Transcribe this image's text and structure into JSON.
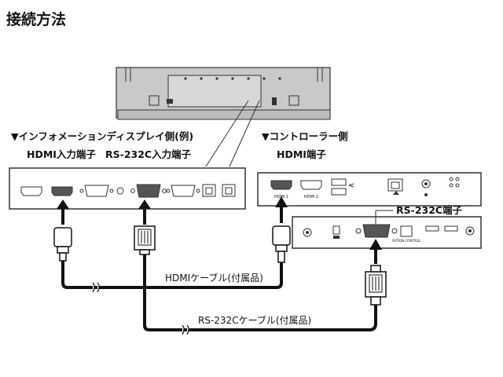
{
  "page": {
    "title": "接続方法"
  },
  "labels": {
    "display_heading": "▼インフォメーションディスプレイ側(例)",
    "display_hdmi_port": "HDMI入力端子",
    "display_rs232c_port": "RS-232C入力端子",
    "controller_heading": "▼コントローラー側",
    "controller_hdmi_port": "HDMI端子",
    "controller_rs232c_port": "RS-232C端子",
    "hdmi_cable": "HDMIケーブル(付属品)",
    "rs232c_cable": "RS-232Cケーブル(付属品)"
  },
  "panel_text": {
    "hdmi1": "HDMI 1",
    "hdmi2": "HDMI 2",
    "opc": "OPTION CONTROL"
  },
  "colors": {
    "monitor_fill": "#c9c9c9",
    "panel_stroke": "#333333",
    "port_dark": "#555555",
    "cable": "#111111"
  }
}
